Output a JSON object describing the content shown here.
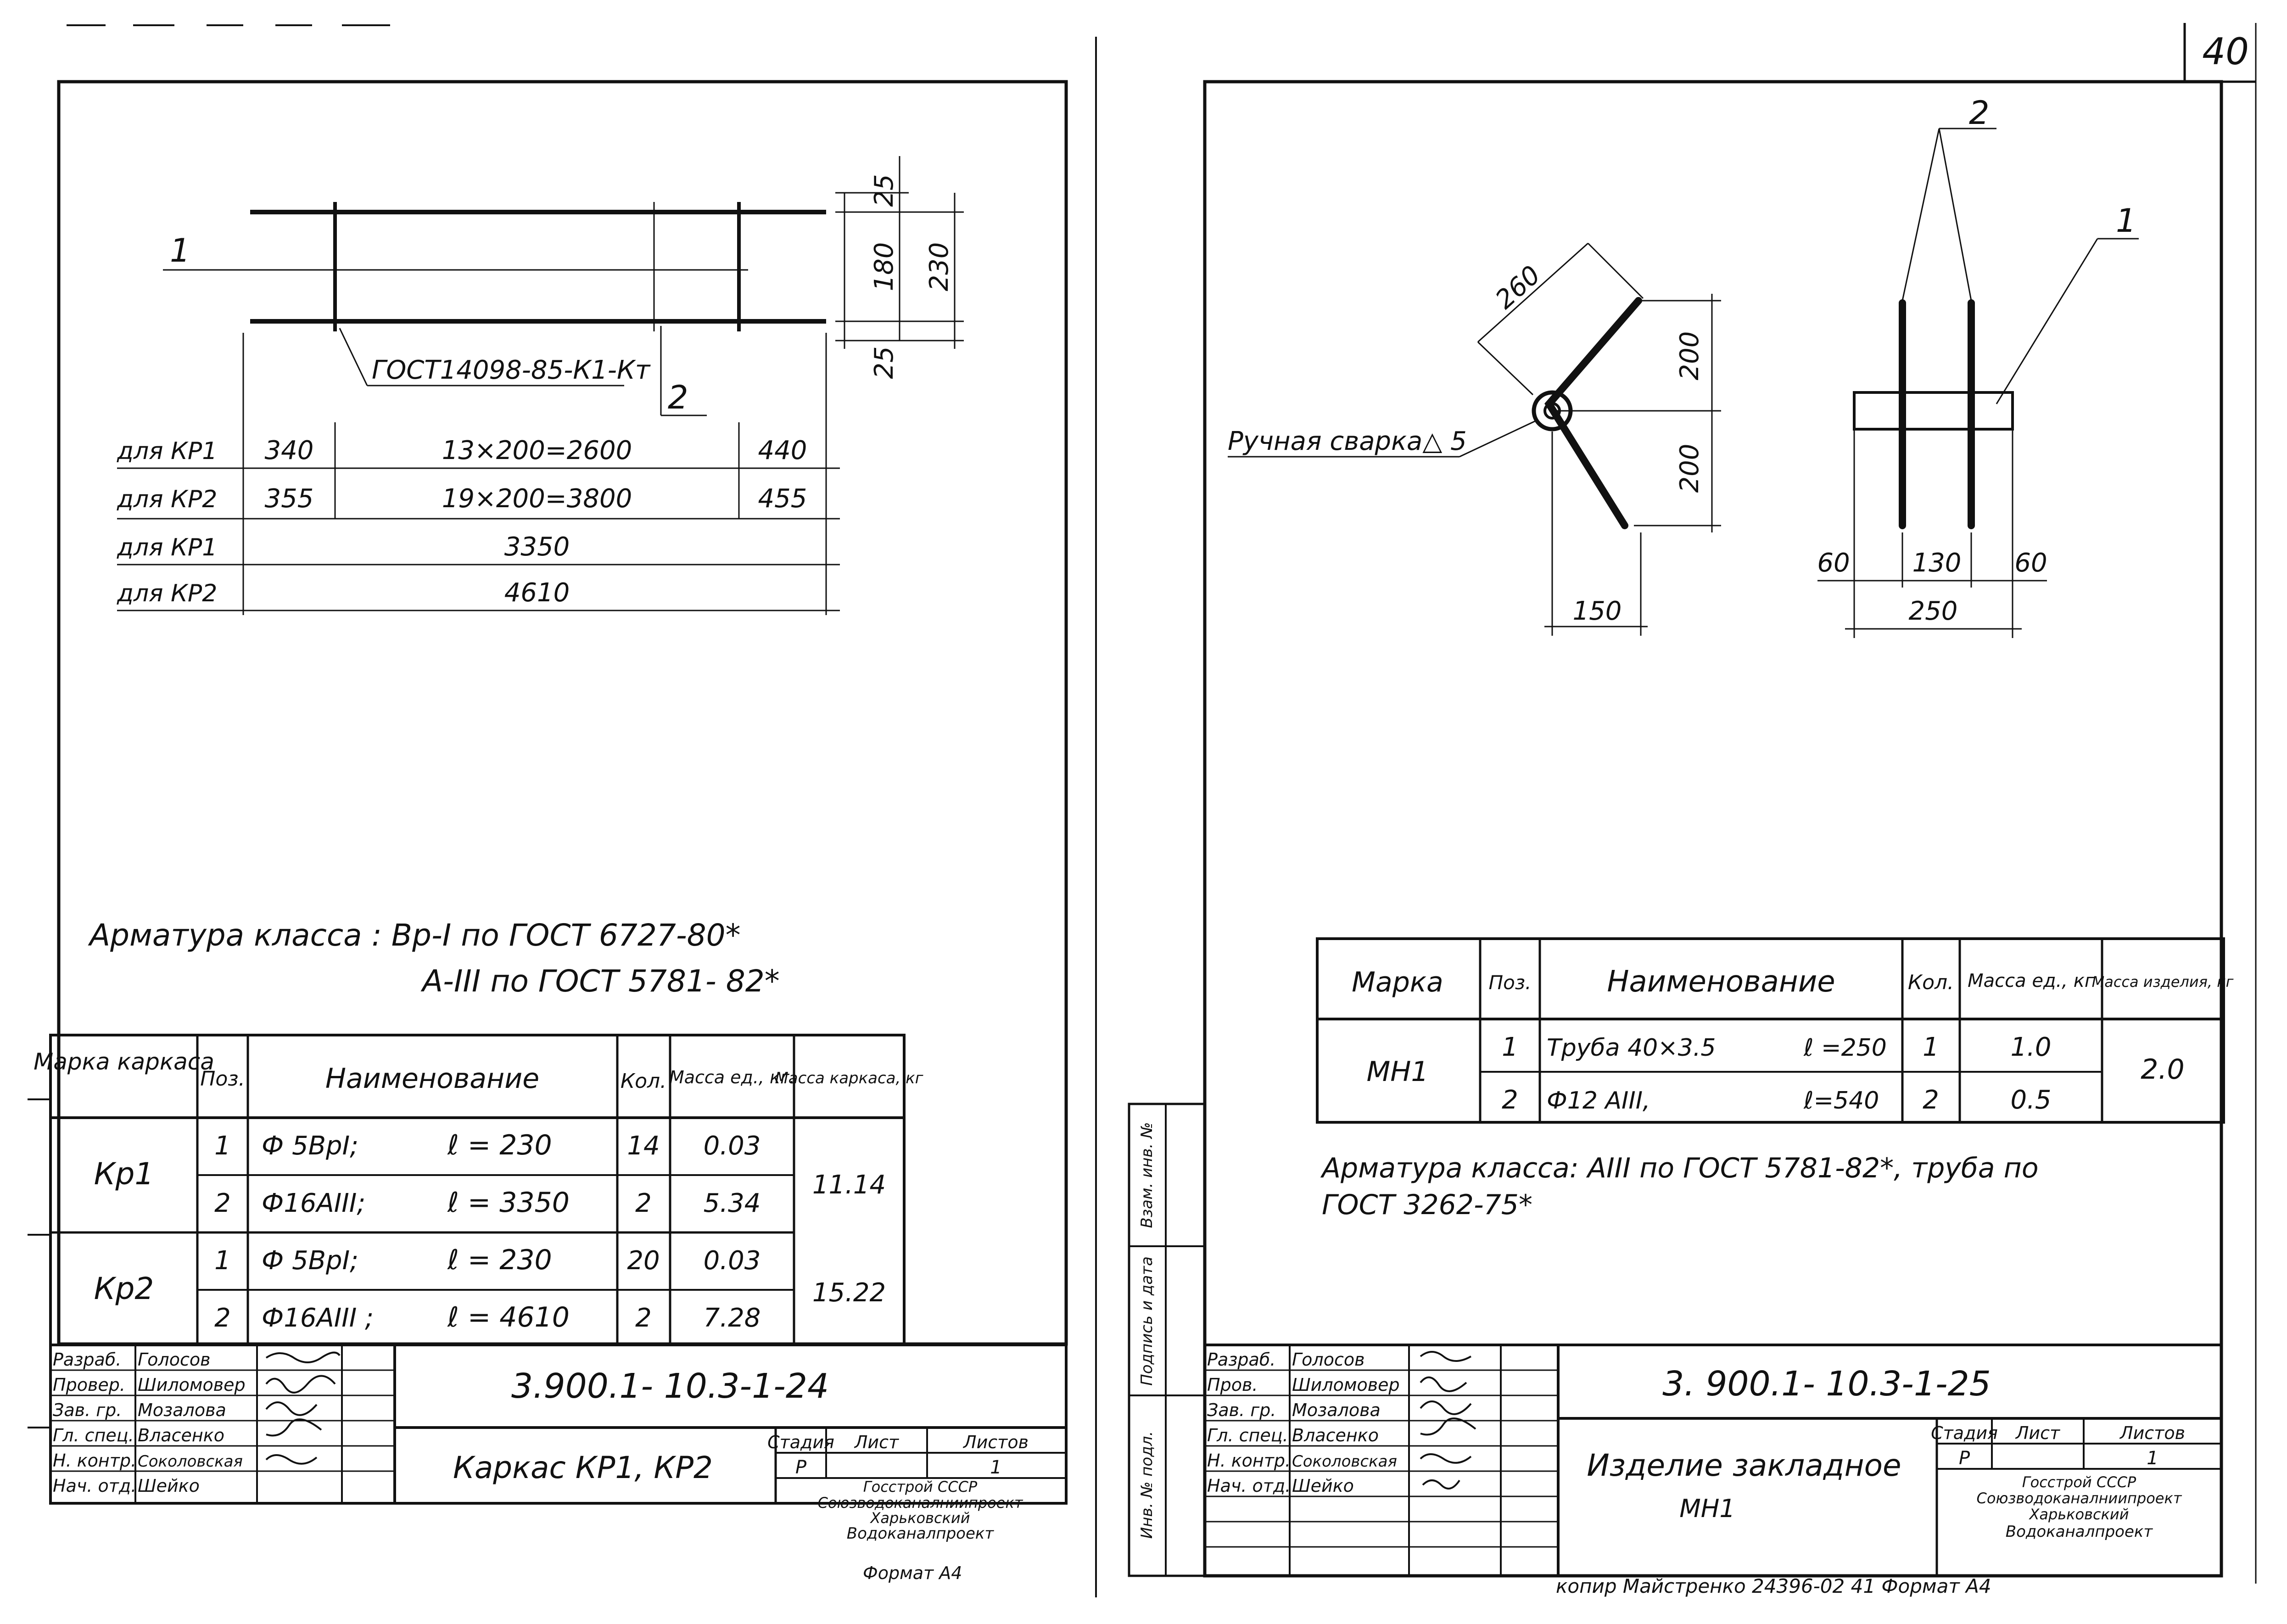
{
  "page_number": "40",
  "left": {
    "drawing": {
      "pos1": "1",
      "pos2": "2",
      "gost_note": "ГОСТ14098-85-К1-Кт",
      "dim_top": "25",
      "dim_mid": "180",
      "dim_bot": "25",
      "dim_total": "230",
      "rows": [
        {
          "label": "для КР1",
          "a": "340",
          "b": "13×200=2600",
          "c": "440"
        },
        {
          "label": "для КР2",
          "a": "355",
          "b": "19×200=3800",
          "c": "455"
        },
        {
          "label": "для КР1",
          "total": "3350"
        },
        {
          "label": "для КР2",
          "total": "4610"
        }
      ]
    },
    "note_line1": "Арматура класса : Вр-I по ГОСТ 6727-80*",
    "note_line2": "А-III по ГОСТ 5781- 82*",
    "spec": {
      "headers": [
        "Марка каркаса",
        "Поз.",
        "Наименование",
        "Кол.",
        "Масса ед., кг.",
        "Масса каркаса, кг"
      ],
      "groups": [
        {
          "mark": "Кр1",
          "total": "11.14",
          "rows": [
            {
              "pos": "1",
              "name": "Ф 5ВрI;",
              "len": "ℓ = 230",
              "qty": "14",
              "mass": "0.03"
            },
            {
              "pos": "2",
              "name": "Ф16АIII;",
              "len": "ℓ = 3350",
              "qty": "2",
              "mass": "5.34"
            }
          ]
        },
        {
          "mark": "Кр2",
          "total": "15.22",
          "rows": [
            {
              "pos": "1",
              "name": "Ф 5ВрI;",
              "len": "ℓ = 230",
              "qty": "20",
              "mass": "0.03"
            },
            {
              "pos": "2",
              "name": "Ф16АIII ;",
              "len": "ℓ = 4610",
              "qty": "2",
              "mass": "7.28"
            }
          ]
        }
      ]
    },
    "title_block": {
      "roles": [
        "Разраб.",
        "Провер.",
        "Зав. гр.",
        "Гл. спец.",
        "Н. контр.",
        "Нач. отд."
      ],
      "names": [
        "Голосов",
        "Шиломовер",
        "Мозалова",
        "Власенко",
        "Соколовская",
        "Шейко"
      ],
      "code": "3.900.1- 10.3-1-24",
      "title": "Каркас КР1, КР2",
      "stage_h": "Стадия",
      "sheet_h": "Лист",
      "sheets_h": "Листов",
      "stage": "Р",
      "sheets": "1",
      "org": [
        "Госстрой СССР",
        "Союзводоканалниипроект",
        "Харьковский",
        "Водоканалпроект"
      ]
    },
    "format": "Формат А4"
  },
  "right": {
    "drawing": {
      "pos1": "1",
      "pos2": "2",
      "weld": "Ручная сварка△ 5",
      "d260": "260",
      "d200a": "200",
      "d200b": "200",
      "d150": "150",
      "d60a": "60",
      "d130": "130",
      "d60b": "60",
      "d250": "250"
    },
    "spec": {
      "headers": [
        "Марка",
        "Поз.",
        "Наименование",
        "Кол.",
        "Масса ед., кг",
        "Масса изделия, кг"
      ],
      "mark": "МН1",
      "total": "2.0",
      "rows": [
        {
          "pos": "1",
          "name": "Труба 40×3.5",
          "len": "ℓ =250",
          "qty": "1",
          "mass": "1.0"
        },
        {
          "pos": "2",
          "name": "Ф12 АIII,",
          "len": "ℓ=540",
          "qty": "2",
          "mass": "0.5"
        }
      ]
    },
    "note_line1": "Арматура класса: АIII по ГОСТ 5781-82*, труба по",
    "note_line2": "ГОСТ 3262-75*",
    "side_labels": [
      "Инв. № подл.",
      "Подпись и дата",
      "Взам. инв. №"
    ],
    "title_block": {
      "roles": [
        "Разраб.",
        "Пров.",
        "Зав. гр.",
        "Гл. спец.",
        "Н. контр.",
        "Нач. отд."
      ],
      "names": [
        "Голосов",
        "Шиломовер",
        "Мозалова",
        "Власенко",
        "Соколовская",
        "Шейко"
      ],
      "code": "3. 900.1- 10.3-1-25",
      "title": "Изделие закладное",
      "title2": "МН1",
      "stage_h": "Стадия",
      "sheet_h": "Лист",
      "sheets_h": "Листов",
      "stage": "Р",
      "sheets": "1",
      "org": [
        "Госстрой СССР",
        "Союзводоканалниипроект",
        "Харьковский",
        "Водоканалпроект"
      ]
    },
    "footer": "копир Майстренко 24396-02 41 Формат А4"
  }
}
